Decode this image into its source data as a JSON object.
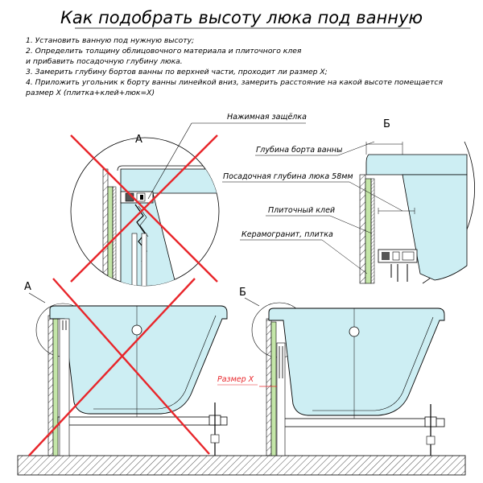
{
  "title": "Как подобрать высоту люка под ванную",
  "steps": [
    "1. Установить ванную под нужную высоту;",
    "2. Определить толщину облицовочного материала и плиточного клея",
    "и прибавить посадочную глубину люка.",
    "3. Замерить глубину бортов ванны по верхней части, проходит ли размер X;",
    "4. Приложить угольник к борту ванны линейкой вниз, замерить расстояние на какой высоте помещается",
    "размер Х (плитка+клей+люк=Х)"
  ],
  "labels": {
    "latch": "Нажимная защёлка",
    "a_detail": "А",
    "b_detail": "Б",
    "a_main": "А",
    "b_main": "Б",
    "rim_depth": "Глубина борта ванны",
    "seat_depth": "Посадочная глубина люка 58мм",
    "tile_glue": "Плиточный клей",
    "ceramic": "Керамогранит, плитка",
    "size_x": "Размер Х"
  },
  "colors": {
    "water": "#cdeef3",
    "tile": "#c4e6a8",
    "cross": "#e8262b",
    "floor": "#d9d9d9"
  }
}
